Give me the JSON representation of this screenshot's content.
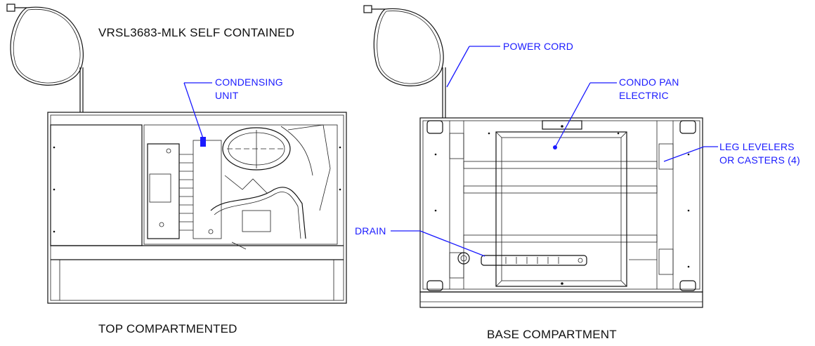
{
  "left_view": {
    "title": "VRSL3683-MLK SELF CONTAINED",
    "caption": "TOP COMPARTMENTED",
    "callouts": {
      "condensing_unit_line1": "CONDENSING",
      "condensing_unit_line2": "UNIT"
    }
  },
  "right_view": {
    "caption": "BASE COMPARTMENT",
    "callouts": {
      "power_cord": "POWER CORD",
      "condo_pan_line1": "CONDO PAN",
      "condo_pan_line2": "ELECTRIC",
      "leg_levelers_line1": "LEG LEVELERS",
      "leg_levelers_line2": "OR CASTERS (4)",
      "drain": "DRAIN"
    }
  },
  "colors": {
    "callout_blue": "#1a1aff",
    "drawing_line": "#111111"
  }
}
